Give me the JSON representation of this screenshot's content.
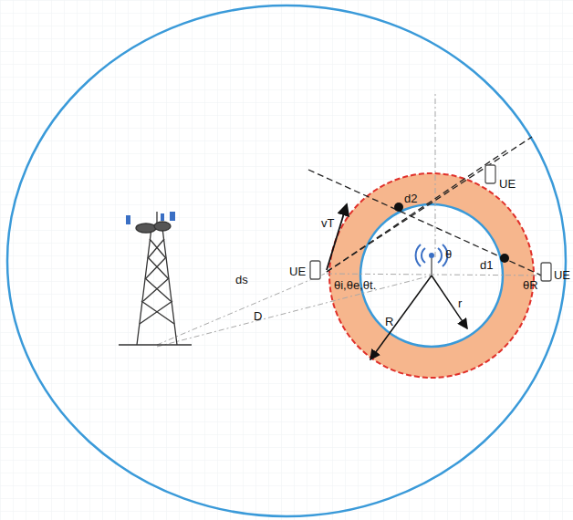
{
  "diagram": {
    "labels": [
      "vT",
      "d2",
      "UE",
      "UE",
      "d1",
      "UE",
      "θ",
      "θi,θe,θt.",
      "θR",
      "ds",
      "D",
      "R",
      "r"
    ]
  }
}
